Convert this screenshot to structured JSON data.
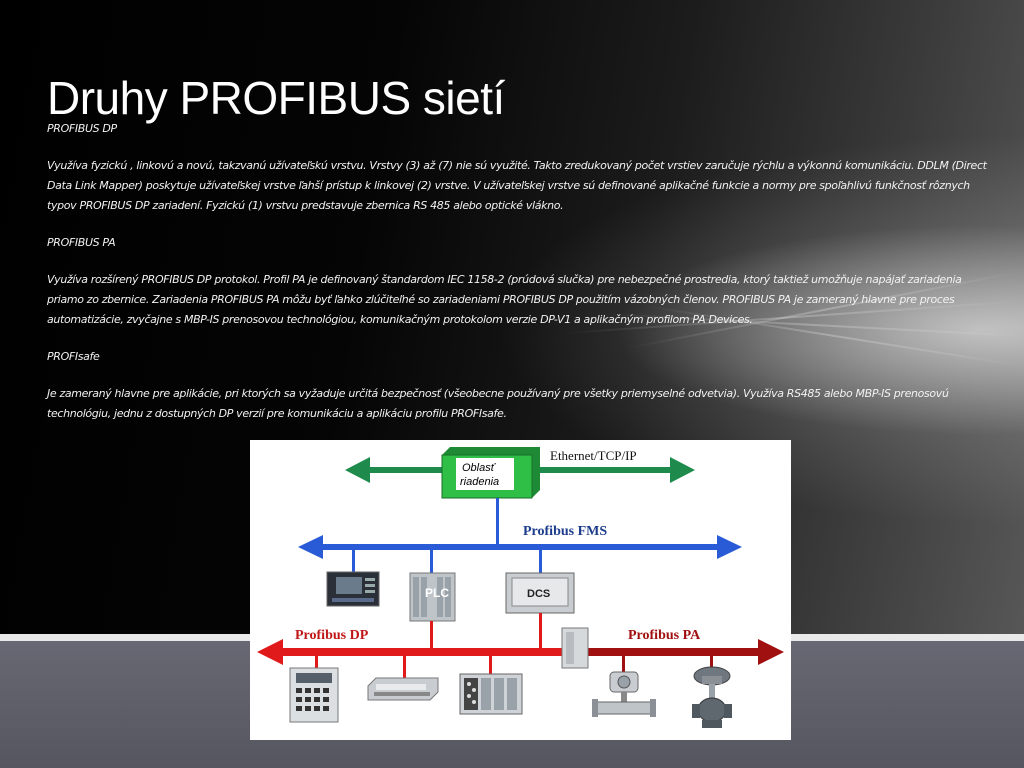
{
  "slide": {
    "title": "Druhy PROFIBUS sietí",
    "paragraphs": [
      "PROFIBUS DP",
      "Využíva fyzickú , linkovú  a novú, takzvanú užívateľskú vrstvu. Vrstvy (3) až (7) nie sú využité. Takto zredukovaný počet vrstiev zaručuje rýchlu a výkonnú komunikáciu. DDLM (Direct Data Link Mapper) poskytuje užívateľskej vrstve ľahší prístup k linkovej (2) vrstve. V užívateľskej vrstve sú definované aplikačné funkcie a normy pre spoľahlivú funkčnosť rôznych typov PROFIBUS DP zariadení. Fyzickú (1) vrstvu predstavuje zbernica RS 485 alebo optické vlákno.",
      "PROFIBUS PA",
      "Využíva rozšírený PROFIBUS DP protokol. Profil PA je definovaný štandardom IEC 1158-2 (prúdová slučka) pre nebezpečné prostredia, ktorý taktiež umožňuje napájať zariadenia priamo zo zbernice. Zariadenia PROFIBUS PA môžu byť ľahko zlúčiteľné so zariadeniami PROFIBUS DP použitím vázobných členov. PROFIBUS PA je zameraný hlavne pre proces automatizácie, zvyčajne s MBP-IS prenosovou technológiou, komunikačným protokolom verzie DP-V1 a aplikačným profilom PA Devices.",
      "PROFIsafe",
      "Je zameraný hlavne pre aplikácie, pri ktorých sa vyžaduje určitá bezpečnosť (všeobecne používaný pre všetky priemyselné odvetvia). Využíva RS485 alebo MBP-IS prenosovú technológiu, jednu z dostupných DP verzií pre komunikáciu a aplikáciu profilu PROFIsafe."
    ]
  },
  "diagram": {
    "control_box_line1": "Oblasť",
    "control_box_line2": "riadenia",
    "ethernet_label": "Ethernet/TCP/IP",
    "fms_label": "Profibus FMS",
    "dp_label": "Profibus DP",
    "pa_label": "Profibus PA",
    "plc_label": "PLC",
    "dcs_label": "DCS",
    "colors": {
      "ethernet": "#1e8b4c",
      "fms": "#2a5bd7",
      "dp": "#e01a1a",
      "pa": "#a01010",
      "box": "#2fbf46",
      "label_blue": "#1c3c8c"
    }
  }
}
